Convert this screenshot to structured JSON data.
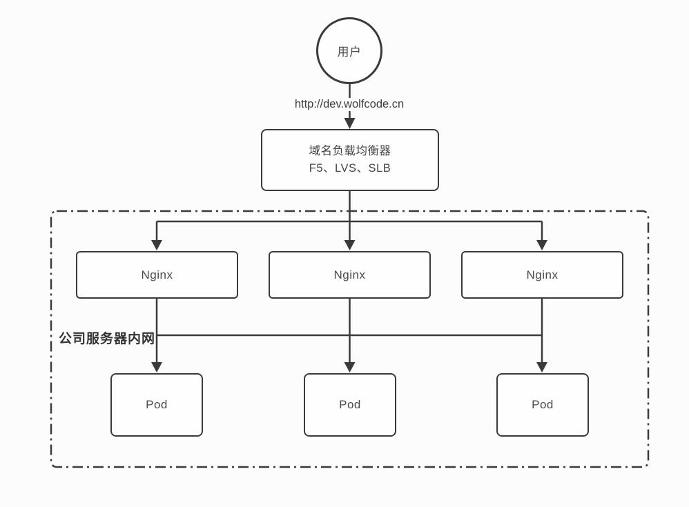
{
  "meta": {
    "background_color": "#fcfcfc",
    "stroke_color": "#3a3a3a",
    "node_fill_color": "#fefefe",
    "text_color": "#4a4a4a"
  },
  "diagram": {
    "user": {
      "label": "用户"
    },
    "request_url": "http://dev.wolfcode.cn",
    "load_balancer": {
      "line1": "域名负载均衡器",
      "line2": "F5、LVS、SLB"
    },
    "intranet": {
      "label": "公司服务器内网"
    },
    "nginx": [
      {
        "label": "Nginx"
      },
      {
        "label": "Nginx"
      },
      {
        "label": "Nginx"
      }
    ],
    "pods": [
      {
        "label": "Pod"
      },
      {
        "label": "Pod"
      },
      {
        "label": "Pod"
      }
    ]
  }
}
